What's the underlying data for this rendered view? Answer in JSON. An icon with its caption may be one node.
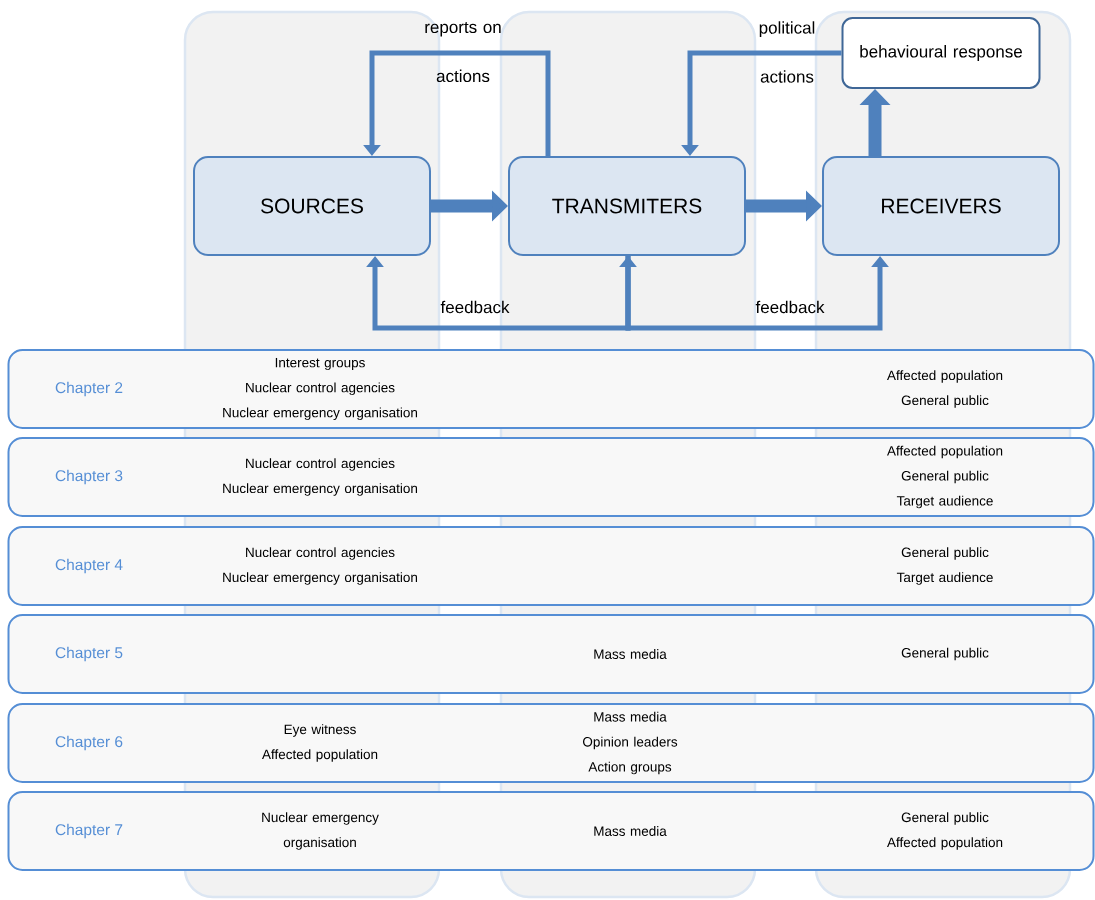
{
  "diagram": {
    "nodes": [
      {
        "text": [
          "SOURCES"
        ]
      },
      {
        "text": [
          "TRANSMITERS"
        ]
      },
      {
        "text": [
          "RECEIVERS"
        ]
      },
      {
        "text": [
          "behavioural response"
        ]
      },
      {
        "text": [
          "Chapter 2",
          "Interest groups",
          "Nuclear control agencies",
          "Nuclear emergency organisation",
          "Affected population",
          "General public"
        ]
      },
      {
        "text": [
          "Chapter 3",
          "Nuclear control agencies",
          "Nuclear emergency organisation",
          "Affected population",
          "General public",
          "Target audience"
        ]
      },
      {
        "text": [
          "Chapter 4",
          "Nuclear control agencies",
          "Nuclear emergency organisation",
          "General public",
          "Target audience"
        ]
      },
      {
        "text": [
          "Chapter 5",
          "Mass media",
          "General public"
        ]
      },
      {
        "text": [
          "Chapter 6",
          "Eye witness",
          "Affected population",
          "Mass media",
          "Opinion leaders",
          "Action groups"
        ]
      },
      {
        "text": [
          "Chapter 7",
          "Nuclear emergency organisation",
          "Mass media",
          "General public",
          "Affected population"
        ]
      }
    ],
    "edges": [
      {
        "from": 0,
        "to": 1,
        "arrow": "to",
        "style": "thick"
      },
      {
        "from": 1,
        "to": 2,
        "arrow": "to",
        "style": "thick"
      },
      {
        "from": 2,
        "to": 3,
        "arrow": "to",
        "style": "thick"
      },
      {
        "from": 1,
        "to": 0,
        "arrow": "to",
        "label": "reports on actions"
      },
      {
        "from": 3,
        "to": 1,
        "arrow": "to",
        "label": "political actions"
      },
      {
        "from": 1,
        "to": 0,
        "arrow": "to",
        "label": "feedback"
      },
      {
        "from": 1,
        "to": 2,
        "arrow": "to",
        "label": "feedback"
      },
      {
        "from": null,
        "to": 1,
        "arrow": "to"
      }
    ]
  }
}
